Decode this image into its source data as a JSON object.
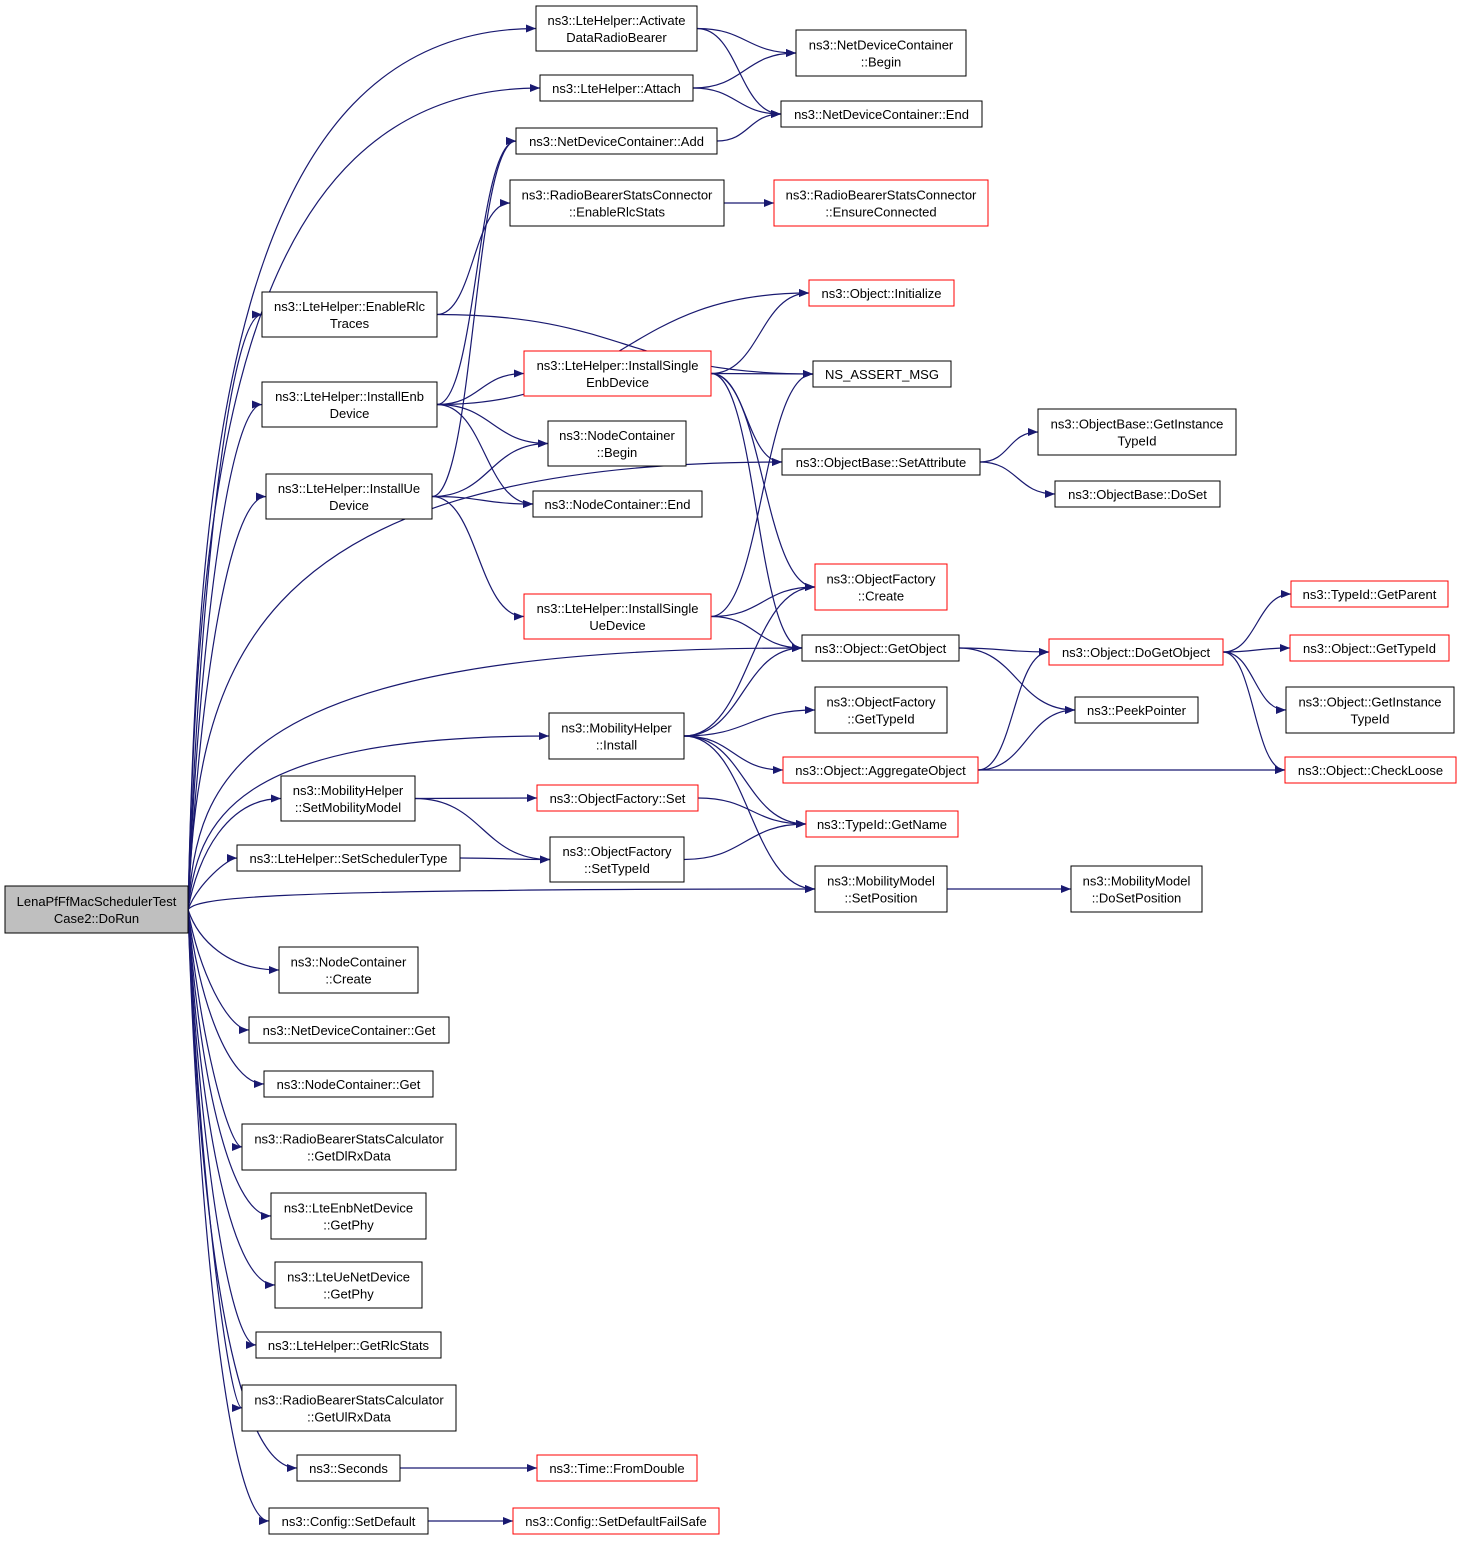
{
  "graph": {
    "edge_color": "#191970",
    "node_border_default": "#000000",
    "node_border_truncated": "#ff0000",
    "root_fill": "#bfbfbf",
    "node_fill": "#ffffff",
    "nodes": [
      {
        "id": "root",
        "lines": [
          "LenaPfFfMacSchedulerTest",
          "Case2::DoRun"
        ],
        "style": "root"
      },
      {
        "id": "activate",
        "lines": [
          "ns3::LteHelper::Activate",
          "DataRadioBearer"
        ],
        "style": "normal"
      },
      {
        "id": "attach",
        "lines": [
          "ns3::LteHelper::Attach"
        ],
        "style": "normal"
      },
      {
        "id": "ndcadd",
        "lines": [
          "ns3::NetDeviceContainer::Add"
        ],
        "style": "normal"
      },
      {
        "id": "rbsc_enable",
        "lines": [
          "ns3::RadioBearerStatsConnector",
          "::EnableRlcStats"
        ],
        "style": "normal"
      },
      {
        "id": "enablerlc",
        "lines": [
          "ns3::LteHelper::EnableRlc",
          "Traces"
        ],
        "style": "normal"
      },
      {
        "id": "installenb",
        "lines": [
          "ns3::LteHelper::InstallEnb",
          "Device"
        ],
        "style": "normal"
      },
      {
        "id": "installue",
        "lines": [
          "ns3::LteHelper::InstallUe",
          "Device"
        ],
        "style": "normal"
      },
      {
        "id": "installsenb",
        "lines": [
          "ns3::LteHelper::InstallSingle",
          "EnbDevice"
        ],
        "style": "truncated"
      },
      {
        "id": "installsue",
        "lines": [
          "ns3::LteHelper::InstallSingle",
          "UeDevice"
        ],
        "style": "truncated"
      },
      {
        "id": "ncbegin",
        "lines": [
          "ns3::NodeContainer",
          "::Begin"
        ],
        "style": "normal"
      },
      {
        "id": "ncend",
        "lines": [
          "ns3::NodeContainer::End"
        ],
        "style": "normal"
      },
      {
        "id": "ndcbegin",
        "lines": [
          "ns3::NetDeviceContainer",
          "::Begin"
        ],
        "style": "normal"
      },
      {
        "id": "ndcend",
        "lines": [
          "ns3::NetDeviceContainer::End"
        ],
        "style": "normal"
      },
      {
        "id": "rbsc_ensure",
        "lines": [
          "ns3::RadioBearerStatsConnector",
          "::EnsureConnected"
        ],
        "style": "truncated"
      },
      {
        "id": "objinit",
        "lines": [
          "ns3::Object::Initialize"
        ],
        "style": "truncated"
      },
      {
        "id": "nsassert",
        "lines": [
          "NS_ASSERT_MSG"
        ],
        "style": "normal"
      },
      {
        "id": "setattr",
        "lines": [
          "ns3::ObjectBase::SetAttribute"
        ],
        "style": "normal"
      },
      {
        "id": "getinsttid",
        "lines": [
          "ns3::ObjectBase::GetInstance",
          "TypeId"
        ],
        "style": "normal"
      },
      {
        "id": "doset",
        "lines": [
          "ns3::ObjectBase::DoSet"
        ],
        "style": "normal"
      },
      {
        "id": "ofcreate",
        "lines": [
          "ns3::ObjectFactory",
          "::Create"
        ],
        "style": "truncated"
      },
      {
        "id": "getobject",
        "lines": [
          "ns3::Object::GetObject"
        ],
        "style": "normal"
      },
      {
        "id": "mhinstall",
        "lines": [
          "ns3::MobilityHelper",
          "::Install"
        ],
        "style": "normal"
      },
      {
        "id": "ofgettid",
        "lines": [
          "ns3::ObjectFactory",
          "::GetTypeId"
        ],
        "style": "normal"
      },
      {
        "id": "aggregate",
        "lines": [
          "ns3::Object::AggregateObject"
        ],
        "style": "truncated"
      },
      {
        "id": "dogetobject",
        "lines": [
          "ns3::Object::DoGetObject"
        ],
        "style": "truncated"
      },
      {
        "id": "peek",
        "lines": [
          "ns3::PeekPointer"
        ],
        "style": "normal"
      },
      {
        "id": "tidparent",
        "lines": [
          "ns3::TypeId::GetParent"
        ],
        "style": "truncated"
      },
      {
        "id": "objgettid",
        "lines": [
          "ns3::Object::GetTypeId"
        ],
        "style": "truncated"
      },
      {
        "id": "objgetinst",
        "lines": [
          "ns3::Object::GetInstance",
          "TypeId"
        ],
        "style": "normal"
      },
      {
        "id": "checkloose",
        "lines": [
          "ns3::Object::CheckLoose"
        ],
        "style": "truncated"
      },
      {
        "id": "setmobility",
        "lines": [
          "ns3::MobilityHelper",
          "::SetMobilityModel"
        ],
        "style": "normal"
      },
      {
        "id": "ofset",
        "lines": [
          "ns3::ObjectFactory::Set"
        ],
        "style": "truncated"
      },
      {
        "id": "tidgetname",
        "lines": [
          "ns3::TypeId::GetName"
        ],
        "style": "truncated"
      },
      {
        "id": "setscheduler",
        "lines": [
          "ns3::LteHelper::SetSchedulerType"
        ],
        "style": "normal"
      },
      {
        "id": "ofsettid",
        "lines": [
          "ns3::ObjectFactory",
          "::SetTypeId"
        ],
        "style": "normal"
      },
      {
        "id": "mmsetpos",
        "lines": [
          "ns3::MobilityModel",
          "::SetPosition"
        ],
        "style": "normal"
      },
      {
        "id": "mmdosetpos",
        "lines": [
          "ns3::MobilityModel",
          "::DoSetPosition"
        ],
        "style": "normal"
      },
      {
        "id": "nccreate",
        "lines": [
          "ns3::NodeContainer",
          "::Create"
        ],
        "style": "normal"
      },
      {
        "id": "ndcget",
        "lines": [
          "ns3::NetDeviceContainer::Get"
        ],
        "style": "normal"
      },
      {
        "id": "ncget",
        "lines": [
          "ns3::NodeContainer::Get"
        ],
        "style": "normal"
      },
      {
        "id": "getdlrx",
        "lines": [
          "ns3::RadioBearerStatsCalculator",
          "::GetDlRxData"
        ],
        "style": "normal"
      },
      {
        "id": "enbphy",
        "lines": [
          "ns3::LteEnbNetDevice",
          "::GetPhy"
        ],
        "style": "normal"
      },
      {
        "id": "uephy",
        "lines": [
          "ns3::LteUeNetDevice",
          "::GetPhy"
        ],
        "style": "normal"
      },
      {
        "id": "getrlcstats",
        "lines": [
          "ns3::LteHelper::GetRlcStats"
        ],
        "style": "normal"
      },
      {
        "id": "getulrx",
        "lines": [
          "ns3::RadioBearerStatsCalculator",
          "::GetUlRxData"
        ],
        "style": "normal"
      },
      {
        "id": "seconds",
        "lines": [
          "ns3::Seconds"
        ],
        "style": "normal"
      },
      {
        "id": "fromdouble",
        "lines": [
          "ns3::Time::FromDouble"
        ],
        "style": "truncated"
      },
      {
        "id": "setdefault",
        "lines": [
          "ns3::Config::SetDefault"
        ],
        "style": "normal"
      },
      {
        "id": "setdefaultfs",
        "lines": [
          "ns3::Config::SetDefaultFailSafe"
        ],
        "style": "truncated"
      }
    ],
    "edges": [
      [
        "root",
        "activate"
      ],
      [
        "root",
        "attach"
      ],
      [
        "root",
        "enablerlc"
      ],
      [
        "root",
        "installenb"
      ],
      [
        "root",
        "installue"
      ],
      [
        "root",
        "setattr"
      ],
      [
        "root",
        "getobject"
      ],
      [
        "root",
        "mhinstall"
      ],
      [
        "root",
        "setmobility"
      ],
      [
        "root",
        "setscheduler"
      ],
      [
        "root",
        "mmsetpos"
      ],
      [
        "root",
        "nccreate"
      ],
      [
        "root",
        "ndcget"
      ],
      [
        "root",
        "ncget"
      ],
      [
        "root",
        "getdlrx"
      ],
      [
        "root",
        "enbphy"
      ],
      [
        "root",
        "uephy"
      ],
      [
        "root",
        "getrlcstats"
      ],
      [
        "root",
        "getulrx"
      ],
      [
        "root",
        "seconds"
      ],
      [
        "root",
        "setdefault"
      ],
      [
        "activate",
        "ndcbegin"
      ],
      [
        "activate",
        "ndcend"
      ],
      [
        "attach",
        "ndcbegin"
      ],
      [
        "attach",
        "ndcend"
      ],
      [
        "ndcadd",
        "ndcend"
      ],
      [
        "rbsc_enable",
        "rbsc_ensure"
      ],
      [
        "enablerlc",
        "rbsc_enable"
      ],
      [
        "enablerlc",
        "nsassert"
      ],
      [
        "installenb",
        "ndcadd"
      ],
      [
        "installenb",
        "objinit"
      ],
      [
        "installenb",
        "installsenb"
      ],
      [
        "installenb",
        "ncbegin"
      ],
      [
        "installenb",
        "ncend"
      ],
      [
        "installue",
        "ndcadd"
      ],
      [
        "installue",
        "ncbegin"
      ],
      [
        "installue",
        "ncend"
      ],
      [
        "installue",
        "installsue"
      ],
      [
        "installsenb",
        "objinit"
      ],
      [
        "installsenb",
        "nsassert"
      ],
      [
        "installsenb",
        "setattr"
      ],
      [
        "installsenb",
        "ofcreate"
      ],
      [
        "installsenb",
        "getobject"
      ],
      [
        "installsue",
        "nsassert"
      ],
      [
        "installsue",
        "ofcreate"
      ],
      [
        "installsue",
        "getobject"
      ],
      [
        "setattr",
        "getinsttid"
      ],
      [
        "setattr",
        "doset"
      ],
      [
        "getobject",
        "dogetobject"
      ],
      [
        "getobject",
        "peek"
      ],
      [
        "mhinstall",
        "ofcreate"
      ],
      [
        "mhinstall",
        "getobject"
      ],
      [
        "mhinstall",
        "ofgettid"
      ],
      [
        "mhinstall",
        "aggregate"
      ],
      [
        "mhinstall",
        "tidgetname"
      ],
      [
        "mhinstall",
        "mmsetpos"
      ],
      [
        "aggregate",
        "dogetobject"
      ],
      [
        "aggregate",
        "peek"
      ],
      [
        "aggregate",
        "checkloose"
      ],
      [
        "dogetobject",
        "tidparent"
      ],
      [
        "dogetobject",
        "objgettid"
      ],
      [
        "dogetobject",
        "objgetinst"
      ],
      [
        "dogetobject",
        "checkloose"
      ],
      [
        "setmobility",
        "ofset"
      ],
      [
        "setmobility",
        "ofsettid"
      ],
      [
        "ofset",
        "tidgetname"
      ],
      [
        "setscheduler",
        "ofsettid"
      ],
      [
        "ofsettid",
        "tidgetname"
      ],
      [
        "mmsetpos",
        "mmdosetpos"
      ],
      [
        "seconds",
        "fromdouble"
      ],
      [
        "setdefault",
        "setdefaultfs"
      ]
    ]
  }
}
